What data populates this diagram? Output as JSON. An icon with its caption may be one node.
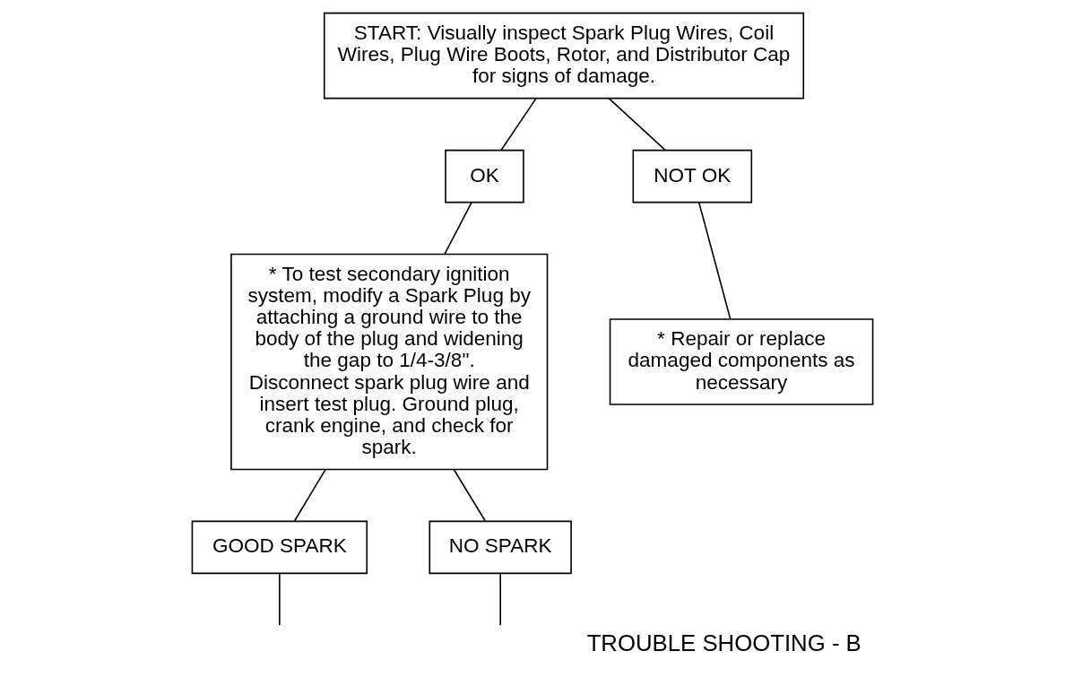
{
  "diagram": {
    "title": "TROUBLE SHOOTING - B",
    "nodes": [
      {
        "text": [
          "START: Visually inspect Spark Plug Wires, Coil Wires, Plug Wire Boots, Rotor, and Distributor Cap for signs of damage."
        ]
      },
      {
        "text": [
          "OK"
        ]
      },
      {
        "text": [
          "NOT OK"
        ]
      },
      {
        "text": [
          "* To test secondary ignition system, modify a Spark Plug by attaching a ground wire to the body of the plug and widening the gap to 1/4-3/8\". Disconnect spark plug wire and insert test plug. Ground plug, crank engine, and check for spark."
        ]
      },
      {
        "text": [
          "* Repair or replace damaged components as necessary"
        ]
      },
      {
        "text": [
          "GOOD SPARK"
        ]
      },
      {
        "text": [
          "NO SPARK"
        ]
      }
    ],
    "edges": [
      {
        "from": 0,
        "to": 1,
        "arrow": "none"
      },
      {
        "from": 0,
        "to": 2,
        "arrow": "none"
      },
      {
        "from": 1,
        "to": 3,
        "arrow": "none"
      },
      {
        "from": 2,
        "to": 4,
        "arrow": "none"
      },
      {
        "from": 3,
        "to": 5,
        "arrow": "none"
      },
      {
        "from": 3,
        "to": 6,
        "arrow": "none"
      },
      {
        "from": 5,
        "to": null,
        "arrow": "none"
      },
      {
        "from": 6,
        "to": null,
        "arrow": "none"
      }
    ]
  }
}
